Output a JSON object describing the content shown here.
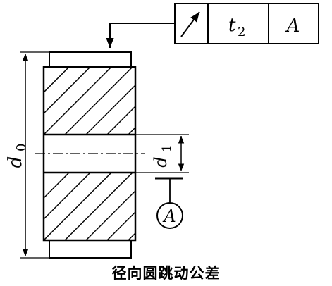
{
  "frame": {
    "symbol": "circular-runout-arrow-icon",
    "tolerance_symbol": "t",
    "tolerance_subscript": "2",
    "datum": "A"
  },
  "dimensions": {
    "outer_symbol": "d",
    "outer_subscript": "0",
    "bore_symbol": "d",
    "bore_subscript": "1"
  },
  "datum_label": "A",
  "caption": "径向圆跳动公差"
}
